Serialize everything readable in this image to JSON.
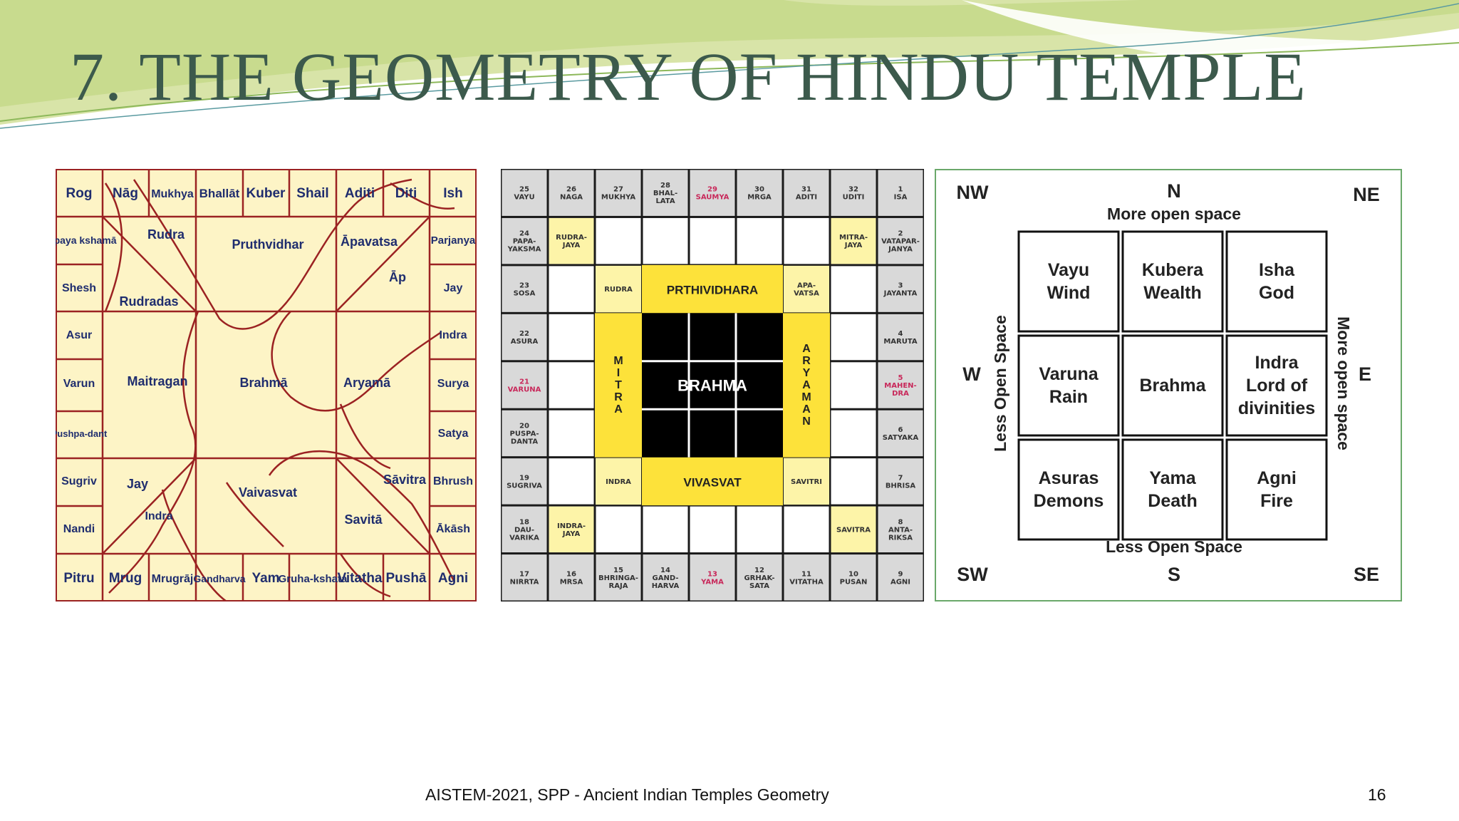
{
  "slide": {
    "title": "7. THE GEOMETRY OF HINDU TEMPLE",
    "footer": "AISTEM-2021, SPP - Ancient Indian Temples Geometry",
    "page_number": "16"
  },
  "colors": {
    "title": "#3c5a4c",
    "mandala_bg": "#fdf4c6",
    "mandala_line": "#9b2222",
    "label": "#1f2d6e",
    "grid_yellow": "#fde23a",
    "grid_black": "#000000",
    "grid_gray": "#d9d9d9",
    "grid_red": "#c8285a",
    "compass_border": "#6aa86a"
  },
  "mandala": {
    "top_row": [
      "Rog",
      "Nāg",
      "Mukhya",
      "Bhallāt",
      "Kuber",
      "Shail",
      "Aditi",
      "Diti",
      "Ish"
    ],
    "bottom_row": [
      "Pitru",
      "Mrug",
      "Mrugrāj",
      "Gandharva",
      "Yam",
      "Gruha-kshata",
      "Vitatha",
      "Pushā",
      "Agni"
    ],
    "left_col": [
      "Pāpaya kshamā",
      "Shesh",
      "Asur",
      "Varun",
      "Pushpa-dant",
      "Sugriv",
      "Nandi"
    ],
    "right_col": [
      "Parjanya",
      "Jay",
      "Indra",
      "Surya",
      "Satya",
      "Bhrush",
      "Ākāsh"
    ],
    "inner": {
      "rudra": "Rudra",
      "rudradas": "Rudradas",
      "pruthvidhar": "Pruthvidhar",
      "apavatsa": "Āpavatsa",
      "ap": "Āp",
      "maitragan": "Maitragan",
      "brahma": "Brahmā",
      "aryama": "Aryamā",
      "jay": "Jay",
      "indra": "Indra",
      "vaivasvat": "Vaivasvat",
      "savitra": "Sāvitra",
      "savita": "Savitā"
    }
  },
  "grid": {
    "top": [
      {
        "num": "25",
        "name": "VAYU"
      },
      {
        "num": "26",
        "name": "NAGA"
      },
      {
        "num": "27",
        "name": "MUKHYA"
      },
      {
        "num": "28",
        "name": "BHAL-LATA"
      },
      {
        "num": "29",
        "name": "SAUMYA",
        "red": true
      },
      {
        "num": "30",
        "name": "MRGA"
      },
      {
        "num": "31",
        "name": "ADITI"
      },
      {
        "num": "32",
        "name": "UDITI"
      },
      {
        "num": "1",
        "name": "ISA"
      }
    ],
    "right": [
      {
        "num": "2",
        "name": "VATAPAR-JANYA"
      },
      {
        "num": "3",
        "name": "JAYANTA"
      },
      {
        "num": "4",
        "name": "MARUTA"
      },
      {
        "num": "5",
        "name": "MAHEN-DRA",
        "red": true
      },
      {
        "num": "6",
        "name": "SATYAKA"
      },
      {
        "num": "7",
        "name": "BHRISA"
      },
      {
        "num": "8",
        "name": "ANTA-RIKSA"
      }
    ],
    "bottom": [
      {
        "num": "17",
        "name": "NIRRTA"
      },
      {
        "num": "16",
        "name": "MRSA"
      },
      {
        "num": "15",
        "name": "BHRINGA-RAJA"
      },
      {
        "num": "14",
        "name": "GAND-HARVA"
      },
      {
        "num": "13",
        "name": "YAMA",
        "red": true
      },
      {
        "num": "12",
        "name": "GRHAK-SATA"
      },
      {
        "num": "11",
        "name": "VITATHA"
      },
      {
        "num": "10",
        "name": "PUSAN"
      },
      {
        "num": "9",
        "name": "AGNI"
      }
    ],
    "left": [
      {
        "num": "24",
        "name": "PAPA-YAKSMA"
      },
      {
        "num": "23",
        "name": "SOSA"
      },
      {
        "num": "22",
        "name": "ASURA"
      },
      {
        "num": "21",
        "name": "VARUNA",
        "red": true
      },
      {
        "num": "20",
        "name": "PUSPA-DANTA"
      },
      {
        "num": "19",
        "name": "SUGRIVA"
      },
      {
        "num": "18",
        "name": "DAU-VARIKA"
      }
    ],
    "corner_cells": {
      "nw": "RUDRA-JAYA",
      "ne": "MITRA-JAYA",
      "sw": "INDRA-JAYA",
      "se": "SAVITRA"
    },
    "ring_cells": {
      "nw": "RUDRA",
      "ne": "APA-VATSA",
      "sw": "INDRA",
      "se": "SAVITRI"
    },
    "band_top": "PRTHIVIDHARA",
    "band_bottom": "VIVASVAT",
    "band_left": "MITRA",
    "band_right": "ARYAMAN",
    "center": "BRAHMA"
  },
  "compass": {
    "nw": "NW",
    "n": "N",
    "ne": "NE",
    "w": "W",
    "e": "E",
    "sw": "SW",
    "s": "S",
    "se": "SE",
    "top_note": "More open space",
    "bottom_note": "Less Open Space",
    "left_note": "Less Open Space",
    "right_note": "More open space",
    "cells": [
      {
        "l1": "Vayu",
        "l2": "Wind"
      },
      {
        "l1": "Kubera",
        "l2": "Wealth"
      },
      {
        "l1": "Isha",
        "l2": "God"
      },
      {
        "l1": "Varuna",
        "l2": "Rain"
      },
      {
        "l1": "Brahma"
      },
      {
        "l1": "Indra",
        "l2": "Lord of",
        "l3": "divinities"
      },
      {
        "l1": "Asuras",
        "l2": "Demons"
      },
      {
        "l1": "Yama",
        "l2": "Death"
      },
      {
        "l1": "Agni",
        "l2": "Fire"
      }
    ]
  }
}
